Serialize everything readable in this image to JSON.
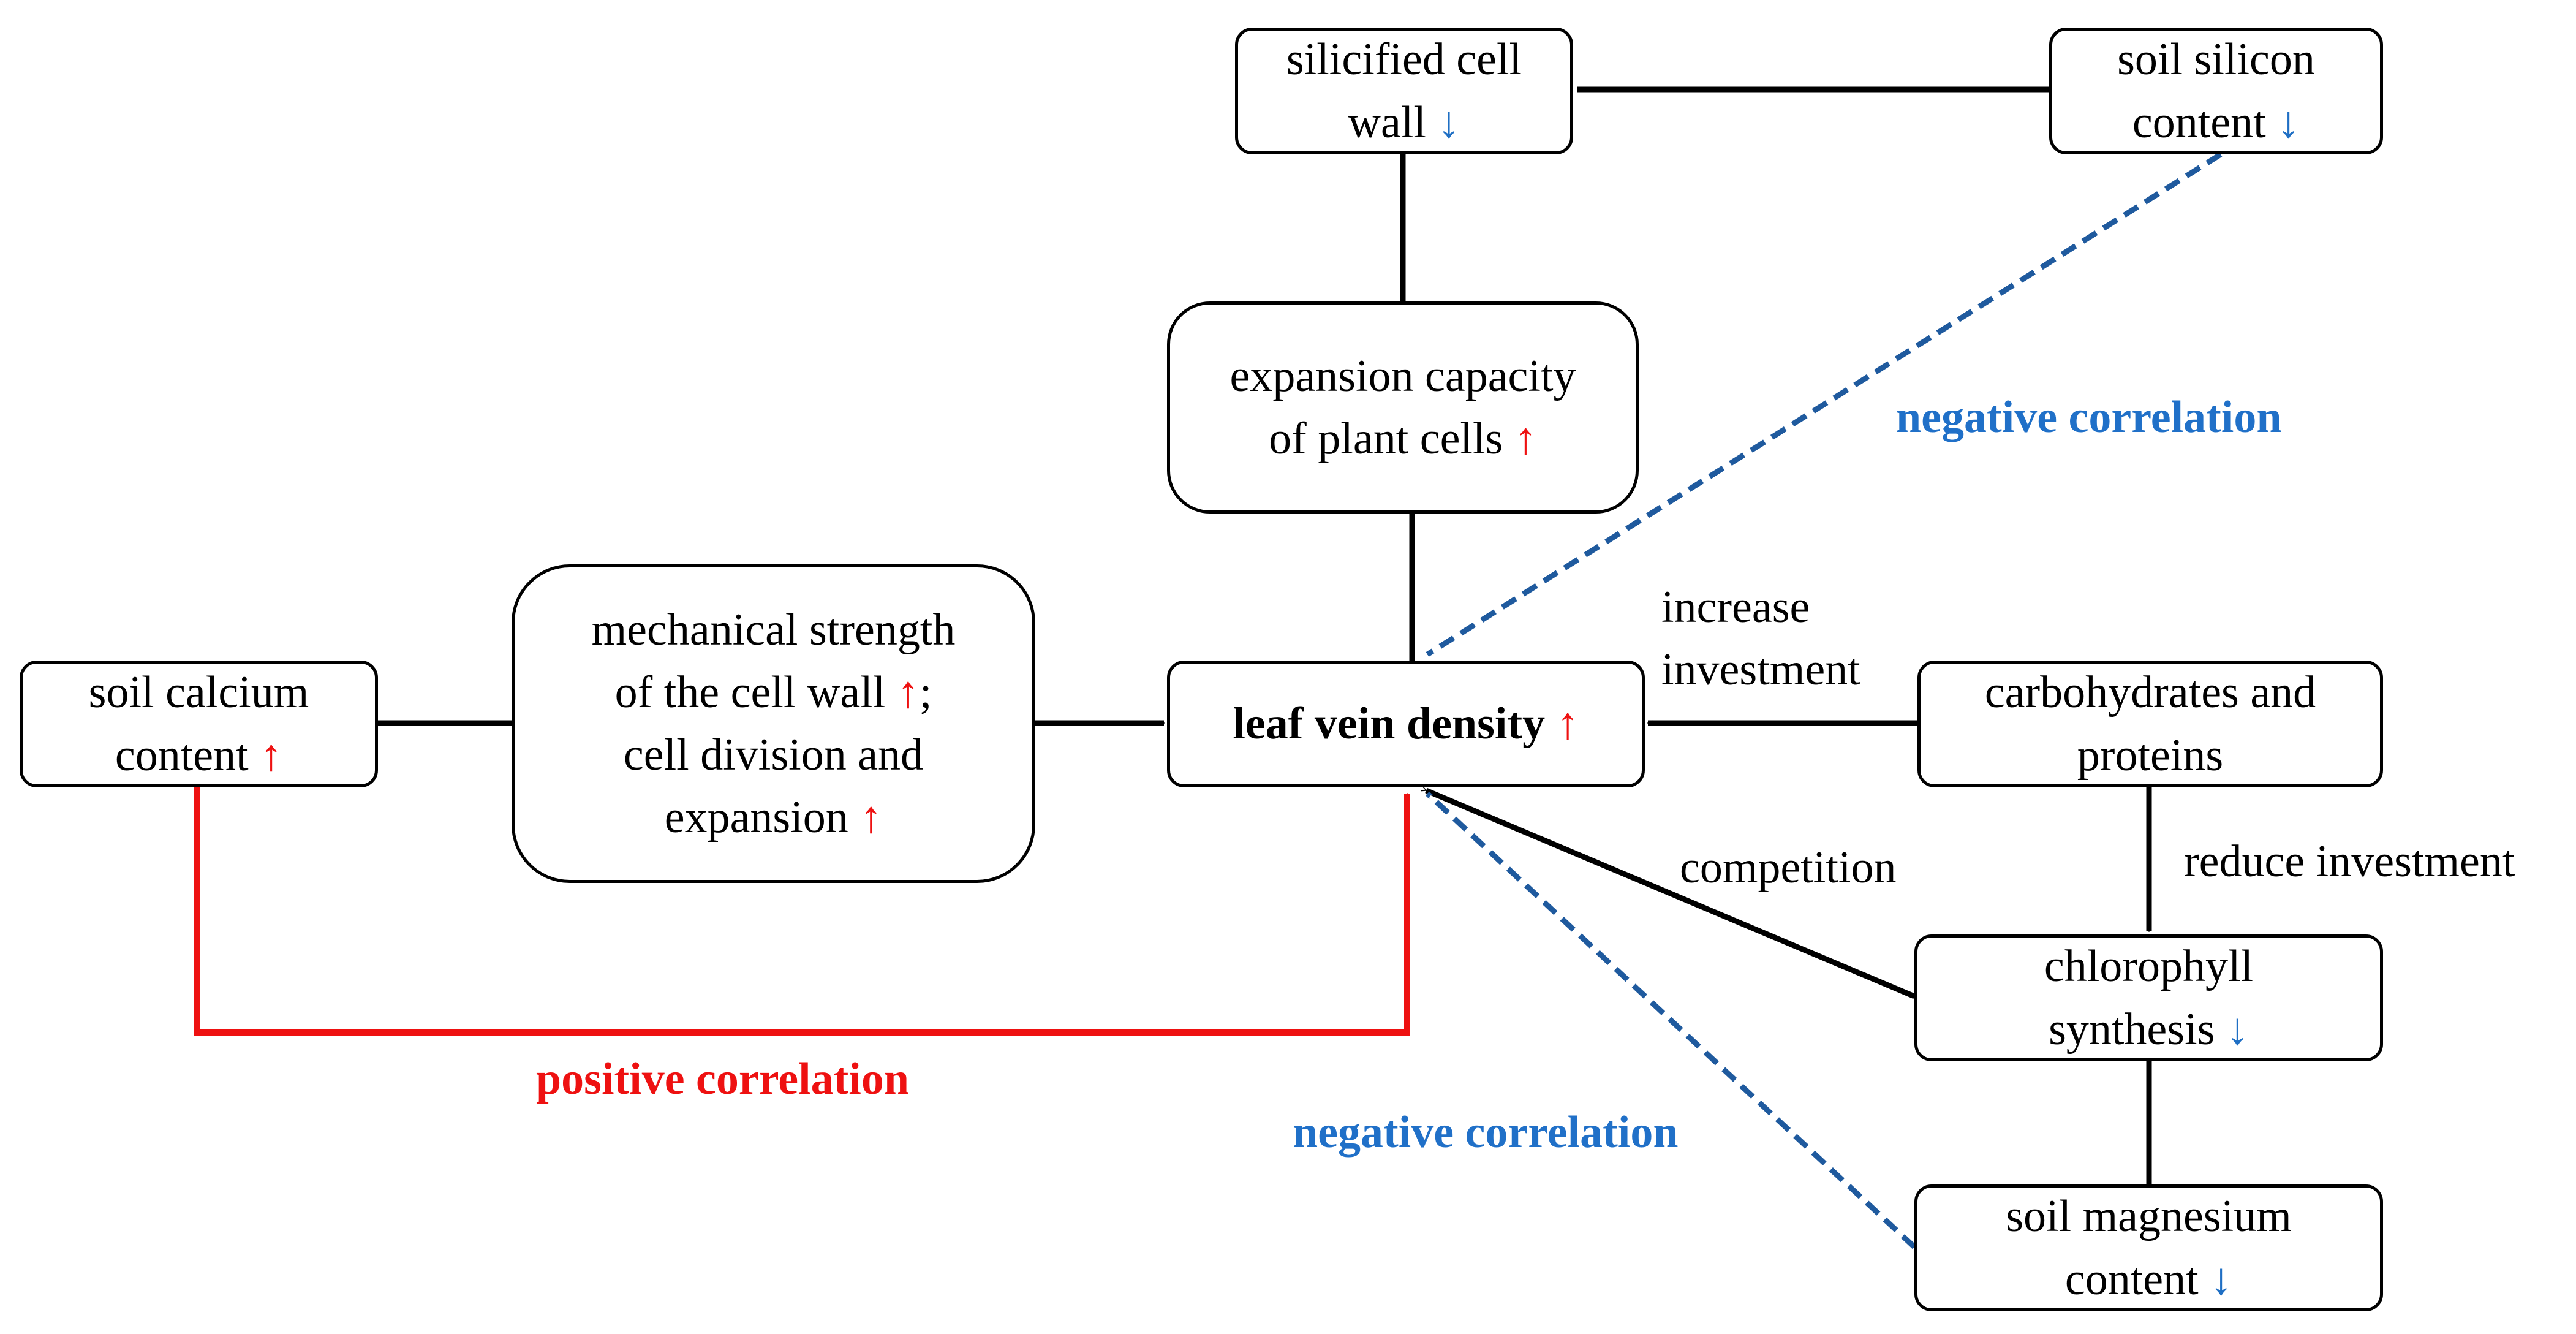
{
  "nodes": {
    "silicified": {
      "l1": "silicified cell",
      "l2": "wall",
      "arrow": "↓"
    },
    "soil_silicon": {
      "l1": "soil silicon",
      "l2": "content",
      "arrow": "↓"
    },
    "expansion": {
      "l1": "expansion capacity",
      "l2": "of plant cells",
      "arrow": "↑"
    },
    "mechanical": {
      "l1": "mechanical strength",
      "l2": "of the cell wall",
      "arrow": "↑",
      "sep": ";",
      "l3": "cell division and",
      "l4": "expansion",
      "arrow2": "↑"
    },
    "soil_calcium": {
      "l1": "soil calcium",
      "l2": "content",
      "arrow": "↑"
    },
    "leaf_vein": {
      "l1": "leaf vein density",
      "arrow": "↑"
    },
    "carbohydrates": {
      "l1": "carbohydrates and",
      "l2": "proteins"
    },
    "chlorophyll": {
      "l1": "chlorophyll",
      "l2": "synthesis",
      "arrow": "↓"
    },
    "soil_magnesium": {
      "l1": "soil magnesium",
      "l2": "content",
      "arrow": "↓"
    }
  },
  "labels": {
    "negative_top": "negative correlation",
    "increase_1": "increase",
    "increase_2": "investment",
    "competition": "competition",
    "reduce": "reduce investment",
    "positive": "positive correlation",
    "negative_bottom": "negative correlation"
  },
  "colors": {
    "increase_arrow": "#ee1111",
    "decrease_arrow": "#1f6fc4",
    "negative_link": "#1f5a9e",
    "positive_link": "#ee1111",
    "edge": "#000000"
  }
}
